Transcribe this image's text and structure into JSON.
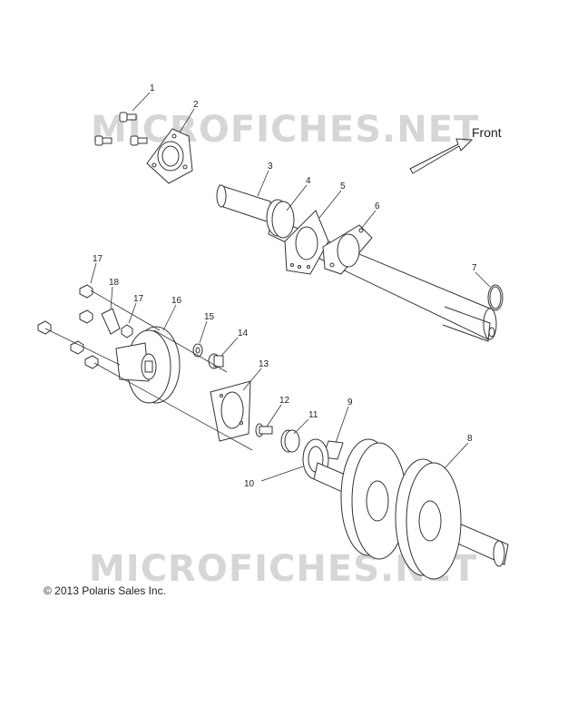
{
  "watermark": {
    "top": "MICROFICHES.NET",
    "bottom": "MICROFICHES.NET"
  },
  "front_label": "Front",
  "copyright": "© 2013 Polaris Sales Inc.",
  "callouts": [
    "1",
    "2",
    "3",
    "4",
    "5",
    "6",
    "7",
    "8",
    "9",
    "10",
    "11",
    "12",
    "13",
    "14",
    "15",
    "16",
    "17",
    "17",
    "18"
  ]
}
